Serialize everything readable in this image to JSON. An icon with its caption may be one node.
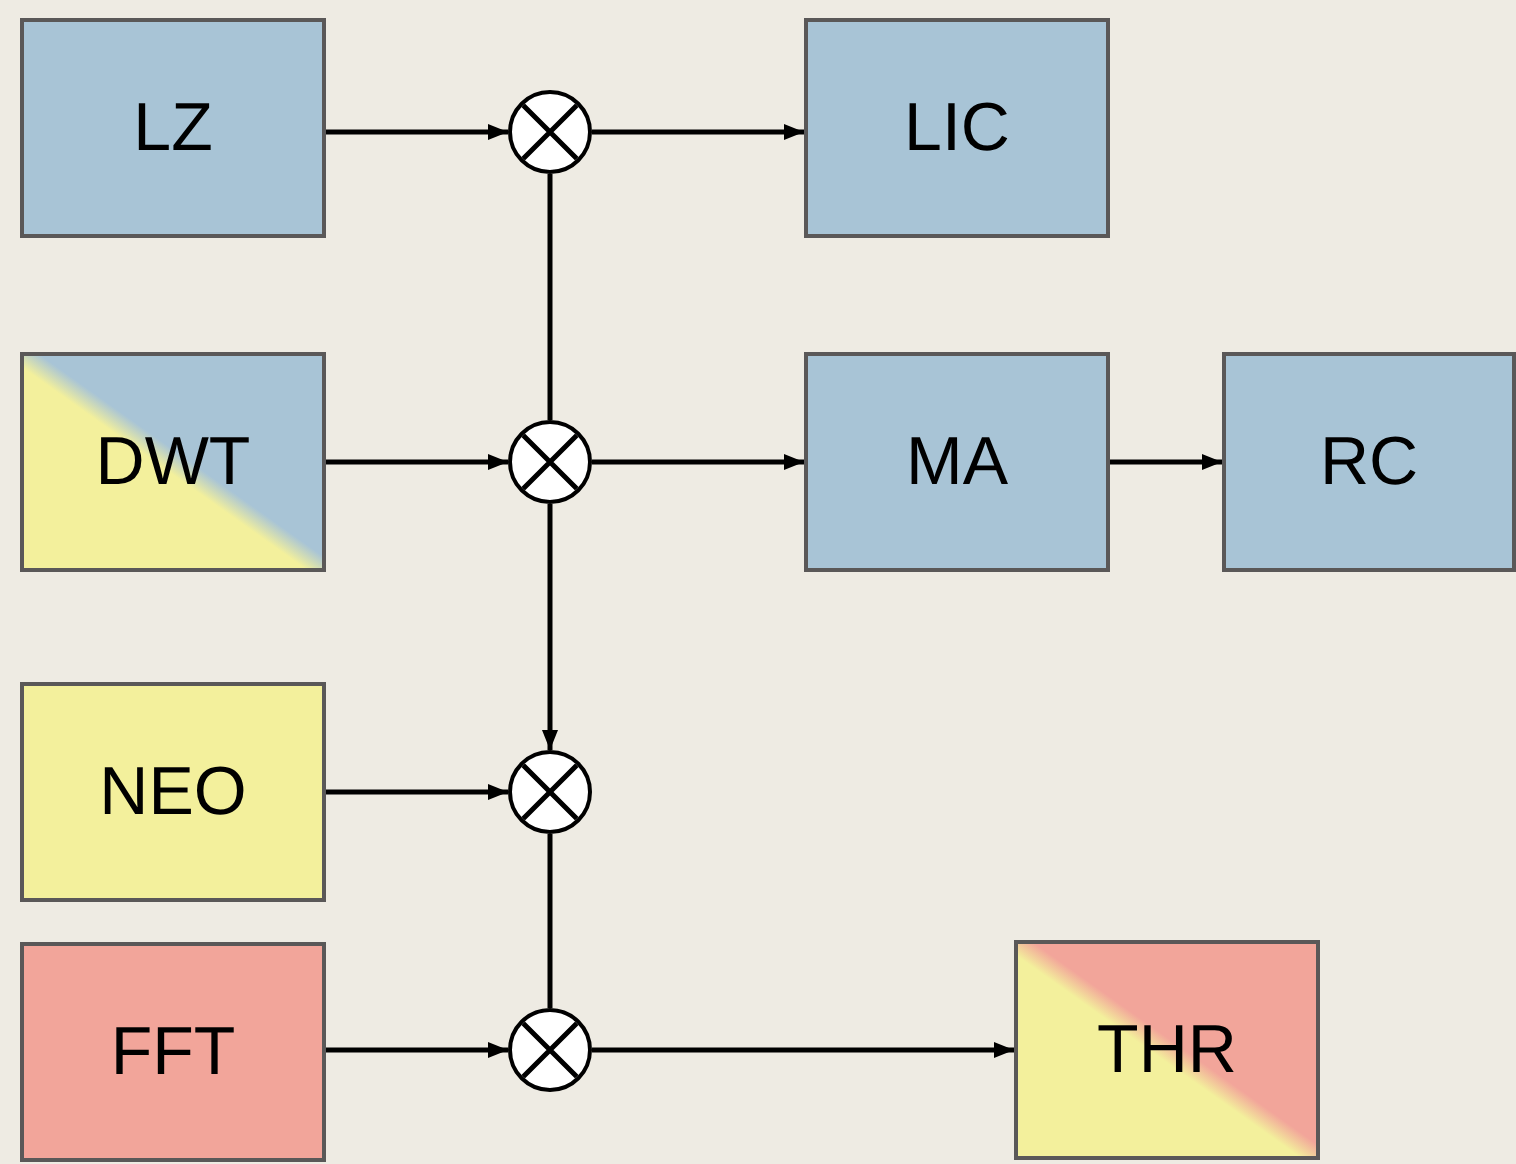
{
  "diagram": {
    "nodes": [
      {
        "text": [
          "LZ"
        ]
      },
      {
        "text": [],
        "shape": "circle"
      },
      {
        "text": [
          "LIC"
        ]
      },
      {
        "text": [
          "DWT"
        ]
      },
      {
        "text": [],
        "shape": "circle"
      },
      {
        "text": [
          "MA"
        ]
      },
      {
        "text": [
          "RC"
        ]
      },
      {
        "text": [
          "NEO"
        ]
      },
      {
        "text": [],
        "shape": "circle"
      },
      {
        "text": [
          "FFT"
        ]
      },
      {
        "text": [],
        "shape": "circle"
      },
      {
        "text": [
          "THR"
        ]
      }
    ],
    "edges": [
      {
        "from": 0,
        "to": 1,
        "arrow": "to"
      },
      {
        "from": 1,
        "to": 2,
        "arrow": "to"
      },
      {
        "from": 3,
        "to": 4,
        "arrow": "to"
      },
      {
        "from": 4,
        "to": 5,
        "arrow": "to"
      },
      {
        "from": 5,
        "to": 6,
        "arrow": "to"
      },
      {
        "from": 7,
        "to": 8,
        "arrow": "to"
      },
      {
        "from": 9,
        "to": 10,
        "arrow": "to"
      },
      {
        "from": 10,
        "to": 11,
        "arrow": "to"
      },
      {
        "from": 1,
        "to": 4,
        "arrow": "none"
      },
      {
        "from": 4,
        "to": 8,
        "arrow": "to"
      },
      {
        "from": 8,
        "to": 10,
        "arrow": "none"
      }
    ]
  }
}
